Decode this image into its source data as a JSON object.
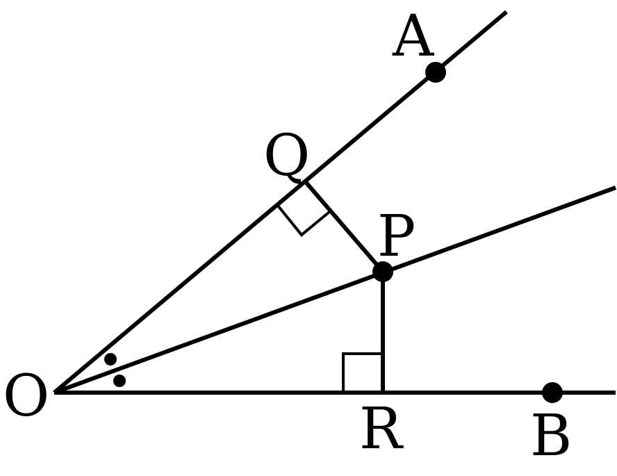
{
  "labels": {
    "A": "A",
    "B": "B",
    "O": "O",
    "P": "P",
    "Q": "Q",
    "R": "R"
  }
}
